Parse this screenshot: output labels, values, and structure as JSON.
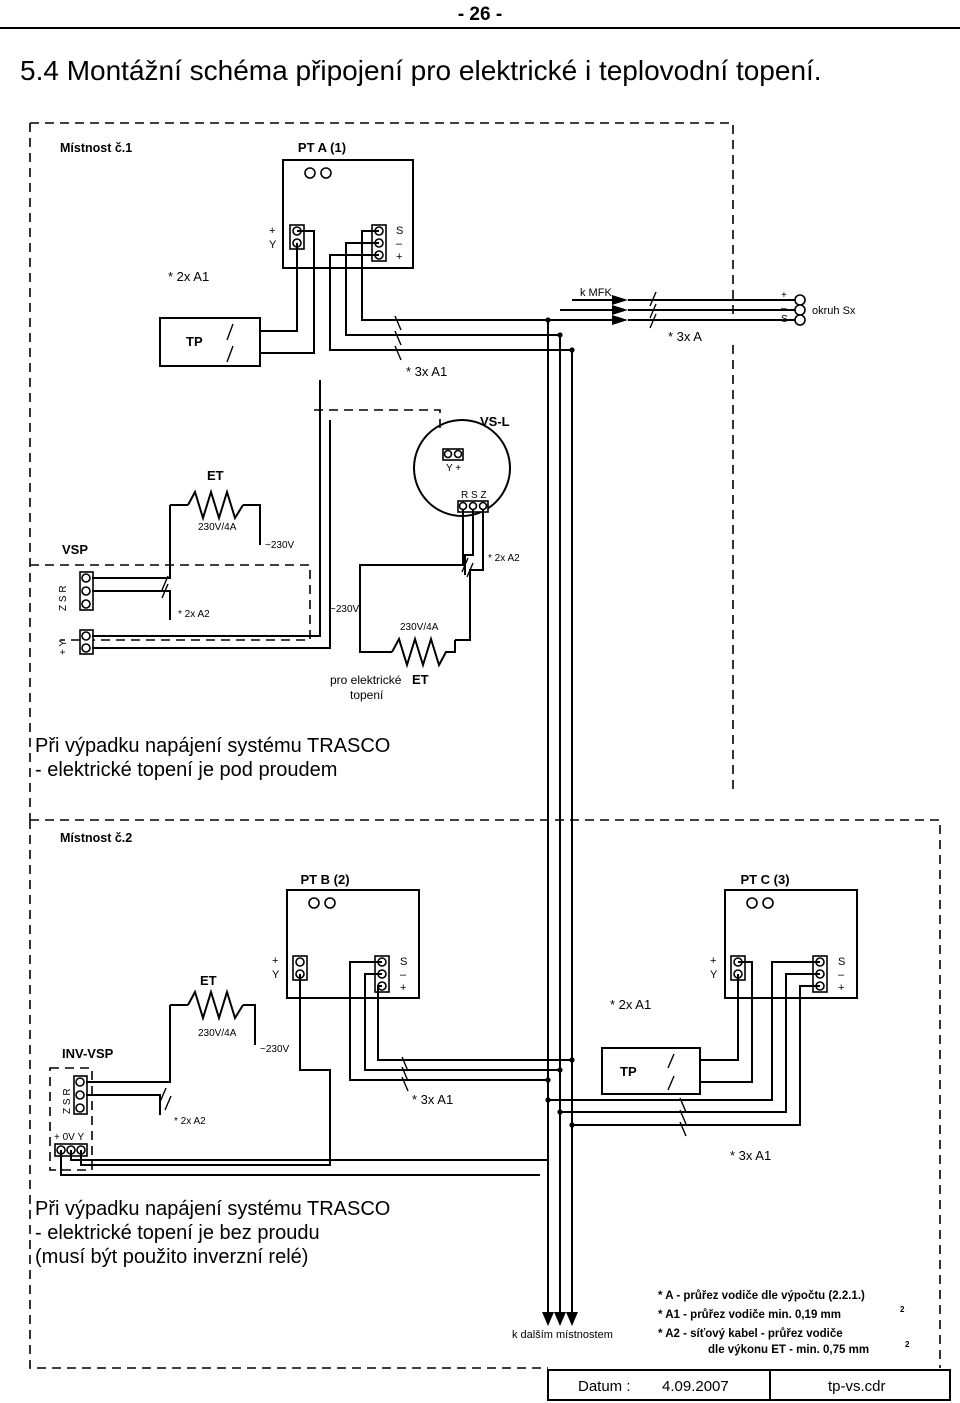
{
  "page_number": "- 26 -",
  "title": "5.4  Montážní schéma připojení pro elektrické i teplovodní topení.",
  "room1": {
    "label": "Místnost č.1",
    "pt_a": "PT A (1)",
    "pt_a_left_terms": [
      "+",
      "Y"
    ],
    "pt_a_right_terms": [
      "S",
      "–",
      "+"
    ],
    "cable_2xA1": "*   2x A1",
    "tp": "TP",
    "k_mfk": "k MFK",
    "cable_3xA": "*   3x A",
    "okruh_terms": [
      "+",
      "–",
      "S"
    ],
    "okruh": "okruh Sx",
    "cable_3xA1": "*   3x A1",
    "vsl": "VS-L",
    "vsl_top_terms": "Y  +",
    "vsl_bottom_terms": "R  S  Z",
    "et_top": "ET",
    "et_top_rating": "230V/4A",
    "v230_top": "~230V",
    "vsp": "VSP",
    "vsp_terms_top": "Z  S  R",
    "vsp_terms_bottom": "+  Y",
    "cable_2xA2_left": "*  2x A2",
    "cable_2xA2_right": "*  2x A2",
    "v230_mid": "~230V",
    "et_bottom_rating": "230V/4A",
    "et_bottom": "ET",
    "pro_el_1": "pro elektrické",
    "pro_el_2": "topení",
    "note_1": "Při výpadku napájení systému TRASCO",
    "note_2": "- elektrické topení je pod proudem"
  },
  "room2": {
    "label": "Místnost č.2",
    "pt_b": "PT B (2)",
    "pt_c": "PT C (3)",
    "left_terms": [
      "+",
      "Y"
    ],
    "right_terms": [
      "S",
      "–",
      "+"
    ],
    "et": "ET",
    "et_rating": "230V/4A",
    "v230": "~230V",
    "cable_2xA1": "*   2x A1",
    "inv_vsp": "INV-VSP",
    "inv_terms_top": "Z  S  R",
    "inv_terms_bottom": "+  0V  Y",
    "cable_2xA2": "*  2x A2",
    "cable_3xA1_mid": "*   3x A1",
    "tp": "TP",
    "cable_3xA1_right": "*   3x A1",
    "note_1": "Při výpadku napájení systému TRASCO",
    "note_2": "- elektrické topení je bez proudu",
    "note_3": "(musí být použito inverzní relé)"
  },
  "k_dalsim": "k dalším místnostem",
  "legend": {
    "a": "*  A  -  průřez vodiče dle výpočtu (2.2.1.)",
    "a1": "*  A1  -  průřez vodiče min. 0,19 mm",
    "a1_sup": "2",
    "a2_line1": "*  A2  -  síťový kabel - průřez vodiče",
    "a2_line2": "dle výkonu ET - min. 0,75 mm",
    "a2_sup": "2"
  },
  "footer": {
    "datum_label": "Datum :",
    "datum_value": "4.09.2007",
    "file": "tp-vs.cdr"
  }
}
